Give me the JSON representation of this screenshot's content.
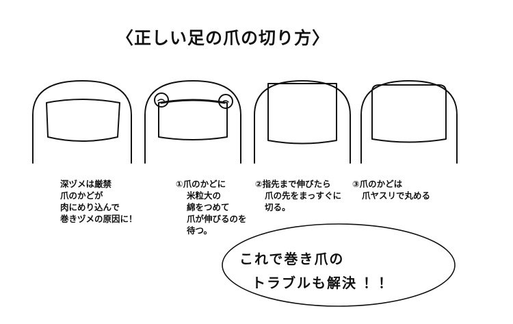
{
  "title": "〈正しい足の爪の切り方〉",
  "captions": [
    {
      "lines": [
        "深ヅメは厳禁",
        "爪のかどが",
        "肉にめり込んで",
        "巻きヅメの原因に！"
      ]
    },
    {
      "lines": [
        "①爪のかどに",
        "米粒大の",
        "綿をつめて",
        "爪が伸びるのを",
        "待つ。"
      ]
    },
    {
      "lines": [
        "②指先まで伸びたら",
        "爪の先をまっすぐに",
        "切る。"
      ]
    },
    {
      "lines": [
        "③爪のかどは",
        "爪ヤスリで丸める"
      ]
    }
  ],
  "slogan": {
    "line1": "これで巻き爪の",
    "line2": "トラブルも解決 ！！"
  }
}
